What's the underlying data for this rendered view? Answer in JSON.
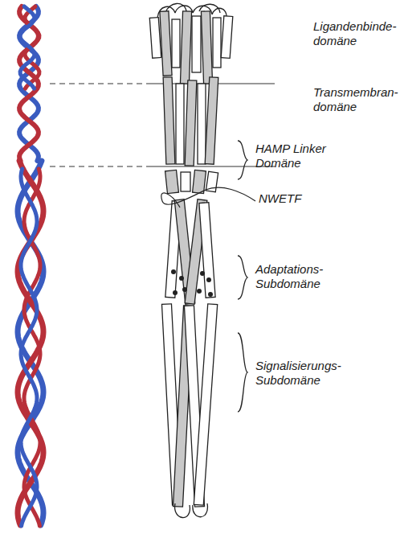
{
  "diagram": {
    "labels": [
      "Ligandenbinde- domäne",
      "Transmembran- domäne",
      "HAMP Linker Domäne",
      "NWETF",
      "Adaptations- Subdomäne",
      "Signalisierungs- Subdomäne"
    ]
  }
}
